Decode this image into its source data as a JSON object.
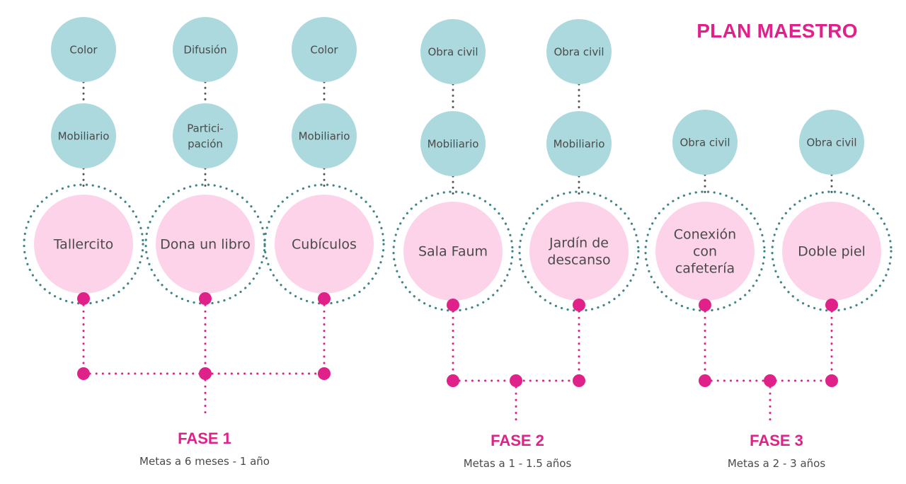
{
  "title": "PLAN MAESTRO",
  "colors": {
    "blue_circle": "#acd9de",
    "pink_circle": "#fdd3ea",
    "magenta": "#e0218a",
    "teal_dots": "#3e8585",
    "grey_connector": "#555555",
    "text": "#4a4a4a"
  },
  "projects": [
    {
      "label": "Tallercito",
      "top": "Color",
      "middle": "Mobiliario",
      "phase": 0
    },
    {
      "label": "Dona un libro",
      "top": "Difusión",
      "middle": "Partici-\npación",
      "phase": 0
    },
    {
      "label": "Cubículos",
      "top": "Color",
      "middle": "Mobiliario",
      "phase": 0
    },
    {
      "label": "Sala Faum",
      "top": "Obra civil",
      "middle": "Mobiliario",
      "phase": 1
    },
    {
      "label": "Jardín de\ndescanso",
      "top": "Obra civil",
      "middle": "Mobiliario",
      "phase": 1
    },
    {
      "label": "Conexión\ncon\ncafetería",
      "top": "",
      "middle": "Obra civil",
      "phase": 2
    },
    {
      "label": "Doble piel",
      "top": "",
      "middle": "Obra civil",
      "phase": 2
    }
  ],
  "phases": [
    {
      "title": "FASE 1",
      "subtitle": "Metas a 6 meses - 1 año"
    },
    {
      "title": "FASE 2",
      "subtitle": "Metas a 1 - 1.5 años"
    },
    {
      "title": "FASE 3",
      "subtitle": "Metas a 2 - 3 años"
    }
  ]
}
